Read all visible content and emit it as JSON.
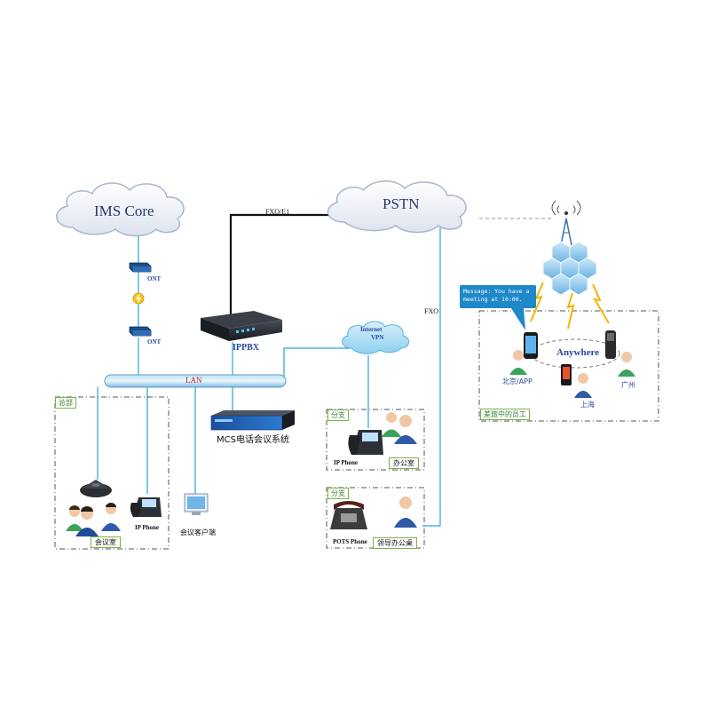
{
  "clouds": {
    "ims": "IMS Core",
    "pstn": "PSTN",
    "internet_vpn": [
      "Internet",
      "VPN"
    ]
  },
  "links": {
    "fxo_e1": "FXO/E1",
    "fxo": "FXO",
    "ont_top": "ONT",
    "ont_bottom": "ONT",
    "lan": "LAN"
  },
  "devices": {
    "ippbx": "IPPBX",
    "mcs": "MCS电话会议系统",
    "ip_phone_hq": "IP Phone",
    "conf_client": "会议客户端",
    "ip_phone_branch": "IP Phone",
    "pots_phone": "POTS Phone"
  },
  "zones": {
    "hq": "总部",
    "branch1": "分支",
    "branch2": "分支",
    "mobile": "差旅中的员工"
  },
  "rooms": {
    "meeting_room": "会议室",
    "office": "办公室",
    "leader_desk": "领导办公桌"
  },
  "mobile": {
    "message": "Message: You have a meeting at 10:00.",
    "anywhere": "Anywhere",
    "beijing": "北京/APP",
    "shanghai": "上海",
    "guangzhou": "广州"
  },
  "colors": {
    "link_blue": "#29a3d8",
    "link_black": "#111111",
    "zone_green": "#7cb342",
    "bubble_blue": "#1e88c9"
  }
}
